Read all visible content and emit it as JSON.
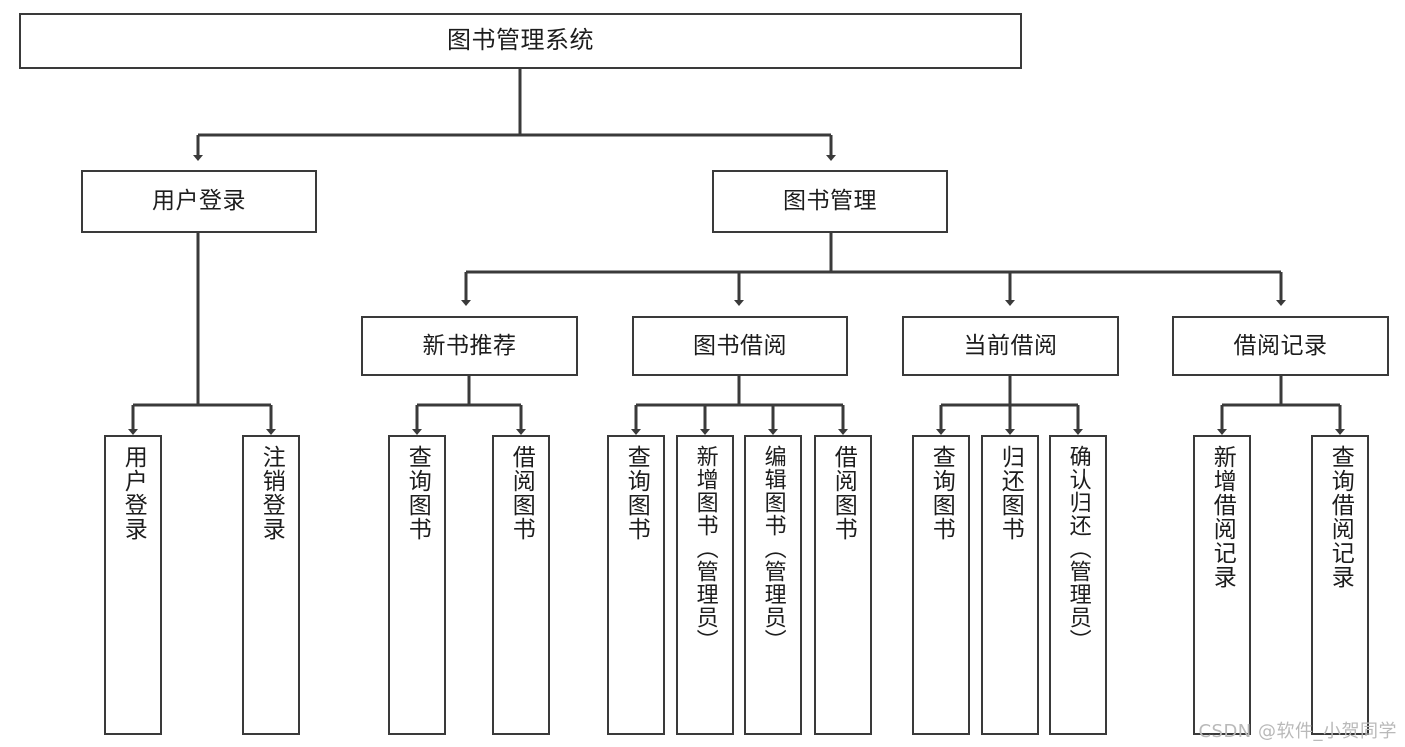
{
  "diagram": {
    "title": "图书管理系统",
    "watermark": "CSDN @软件_小贺同学",
    "colors": {
      "stroke": "#3a3a3a",
      "fill": "#ffffff",
      "text": "#1d1d1d",
      "watermark": "#b9b9b9"
    },
    "root": {
      "label": "图书管理系统"
    },
    "level2": [
      {
        "label": "用户登录"
      },
      {
        "label": "图书管理"
      }
    ],
    "level3": [
      {
        "label": "新书推荐"
      },
      {
        "label": "图书借阅"
      },
      {
        "label": "当前借阅"
      },
      {
        "label": "借阅记录"
      }
    ],
    "leaves": {
      "user_login": [
        {
          "label": "用户登录"
        },
        {
          "label": "注销登录"
        }
      ],
      "new_book": [
        {
          "label": "查询图书"
        },
        {
          "label": "借阅图书"
        }
      ],
      "borrow_book": [
        {
          "label": "查询图书"
        },
        {
          "label": "新增图书（管理员）"
        },
        {
          "label": "编辑图书（管理员）"
        },
        {
          "label": "借阅图书"
        }
      ],
      "current_borrow": [
        {
          "label": "查询图书"
        },
        {
          "label": "归还图书"
        },
        {
          "label": "确认归还（管理员）"
        }
      ],
      "borrow_record": [
        {
          "label": "新增借阅记录"
        },
        {
          "label": "查询借阅记录"
        }
      ]
    }
  }
}
